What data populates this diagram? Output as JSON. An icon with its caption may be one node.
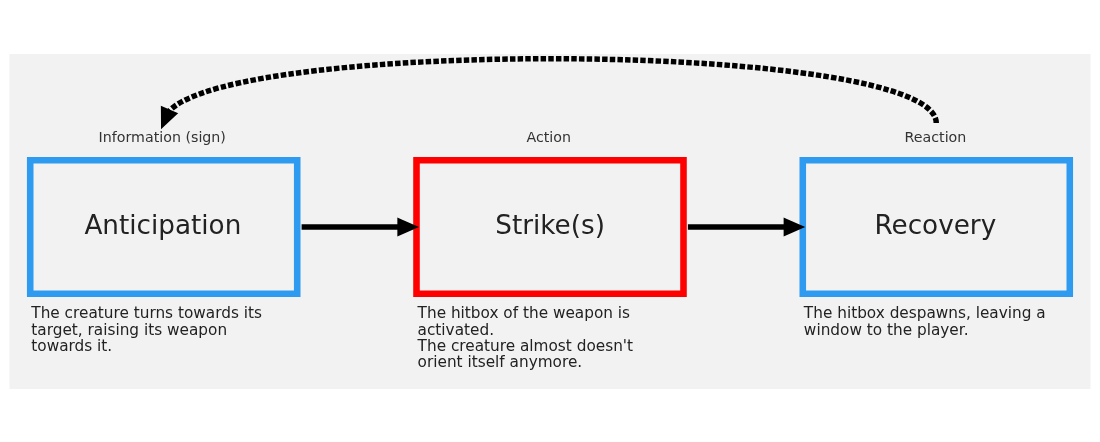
{
  "diagram": {
    "nodes": [
      {
        "text": [
          "Information (sign)",
          "Anticipation"
        ],
        "beside": [
          "The creature turns towards its target, raising its weapon towards it."
        ]
      },
      {
        "text": [
          "Action",
          "Strike(s)"
        ],
        "beside": [
          "The hitbox of the weapon is activated.",
          "The creature almost doesn't orient itself anymore."
        ]
      },
      {
        "text": [
          "Reaction",
          "Recovery"
        ],
        "beside": [
          "The hitbox despawns, leaving a window to the player."
        ]
      }
    ],
    "edges": [
      {
        "from": 0,
        "to": 1,
        "arrow": "to"
      },
      {
        "from": 1,
        "to": 2,
        "arrow": "to"
      },
      {
        "from": 2,
        "to": 0,
        "arrow": "to",
        "style": "dashed"
      }
    ]
  }
}
